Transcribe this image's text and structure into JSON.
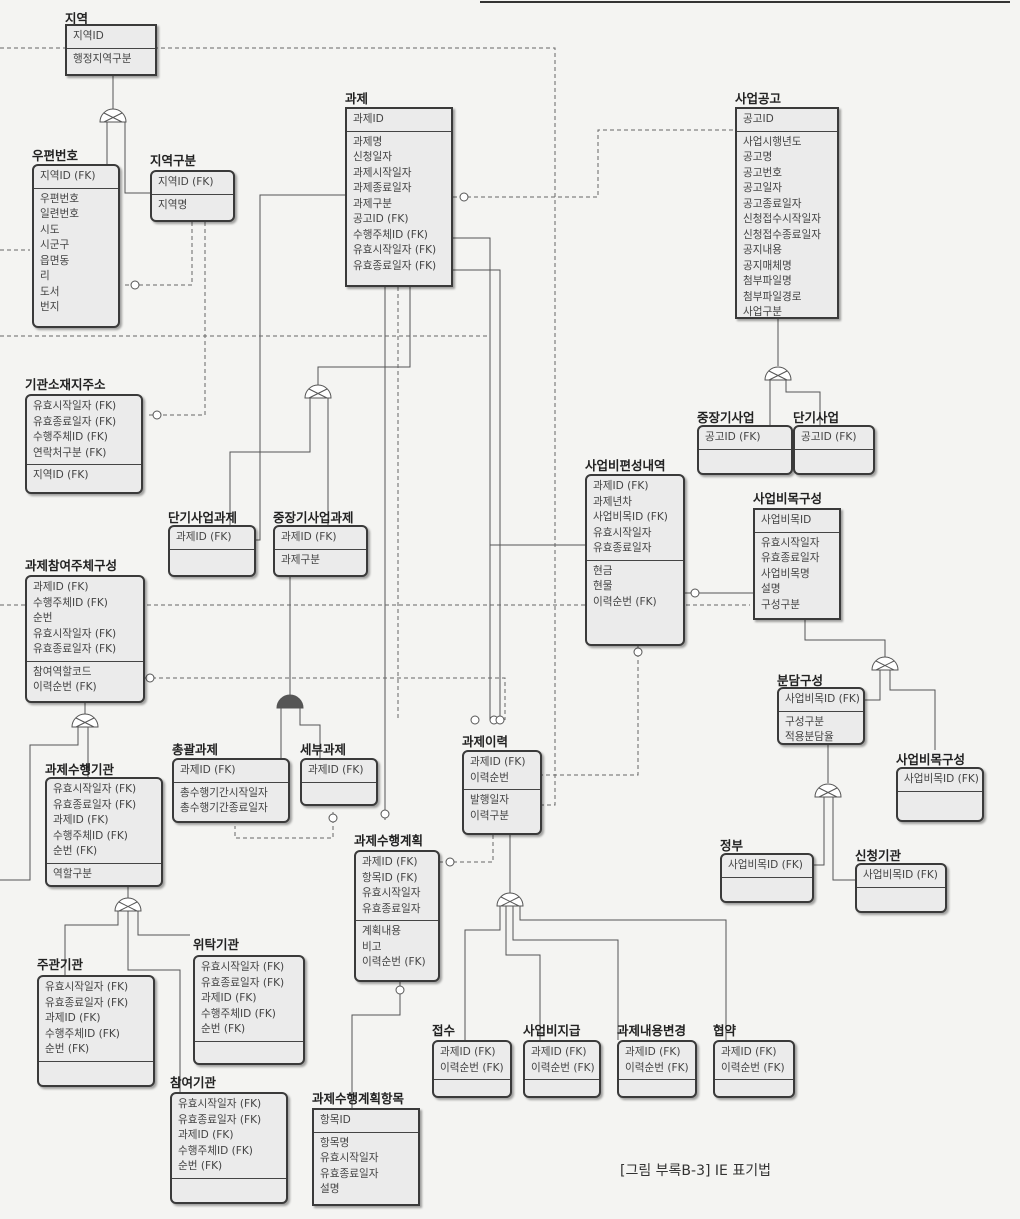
{
  "caption": "[그림 부록B-3] IE 표기법",
  "entities": {
    "region": {
      "title": "지역",
      "pk": [
        "지역ID"
      ],
      "attrs": [
        "행정지역구분"
      ]
    },
    "postal": {
      "title": "우편번호",
      "pk": [
        "지역ID (FK)"
      ],
      "attrs": [
        "우편번호",
        "일련번호",
        "시도",
        "시군구",
        "읍면동",
        "리",
        "도서",
        "번지"
      ]
    },
    "region_type": {
      "title": "지역구분",
      "pk": [
        "지역ID (FK)"
      ],
      "attrs": [
        "지역명"
      ]
    },
    "task": {
      "title": "과제",
      "pk": [
        "과제ID"
      ],
      "attrs": [
        "과제명",
        "신청일자",
        "과제시작일자",
        "과제종료일자",
        "과제구분",
        "공고ID (FK)",
        "수행주체ID (FK)",
        "유효시작일자 (FK)",
        "유효종료일자 (FK)"
      ]
    },
    "notice": {
      "title": "사업공고",
      "pk": [
        "공고ID"
      ],
      "attrs": [
        "사업시행년도",
        "공고명",
        "공고번호",
        "공고일자",
        "공고종료일자",
        "신청접수시작일자",
        "신청접수종료일자",
        "공지내용",
        "공지매체명",
        "첨부파일명",
        "첨부파일경로",
        "사업구분"
      ]
    },
    "org_address": {
      "title": "기관소재지주소",
      "pk": [
        "유효시작일자 (FK)",
        "유효종료일자 (FK)",
        "수행주체ID (FK)",
        "연락처구분 (FK)"
      ],
      "attrs": [
        "지역ID (FK)"
      ]
    },
    "midlong_biz": {
      "title": "중장기사업",
      "pk": [
        "공고ID (FK)"
      ],
      "attrs": []
    },
    "short_biz": {
      "title": "단기사업",
      "pk": [
        "공고ID (FK)"
      ],
      "attrs": []
    },
    "budget_detail": {
      "title": "사업비편성내역",
      "pk": [
        "과제ID (FK)",
        "과제년차",
        "사업비목ID (FK)",
        "유효시작일자",
        "유효종료일자"
      ],
      "attrs": [
        "현금",
        "현물",
        "이력순번 (FK)"
      ]
    },
    "budget_item": {
      "title": "사업비목구성",
      "pk": [
        "사업비목ID"
      ],
      "attrs": [
        "유효시작일자",
        "유효종료일자",
        "사업비목명",
        "설명",
        "구성구분"
      ]
    },
    "short_task": {
      "title": "단기사업과제",
      "pk": [
        "과제ID (FK)"
      ],
      "attrs": []
    },
    "mid_task": {
      "title": "중장기사업과제",
      "pk": [
        "과제ID (FK)"
      ],
      "attrs": [
        "과제구분"
      ]
    },
    "participant": {
      "title": "과제참여주체구성",
      "pk": [
        "과제ID (FK)",
        "수행주체ID (FK)",
        "순번",
        "유효시작일자 (FK)",
        "유효종료일자 (FK)"
      ],
      "attrs": [
        "참여역할코드",
        "이력순번 (FK)"
      ]
    },
    "share": {
      "title": "분담구성",
      "pk": [
        "사업비목ID (FK)"
      ],
      "attrs": [
        "구성구분",
        "적용분담율"
      ]
    },
    "history": {
      "title": "과제이력",
      "pk": [
        "과제ID (FK)",
        "이력순번"
      ],
      "attrs": [
        "발행일자",
        "이력구분"
      ]
    },
    "budget_item_sub": {
      "title": "사업비목구성",
      "pk": [
        "사업비목ID (FK)"
      ],
      "attrs": []
    },
    "exec_org": {
      "title": "과제수행기관",
      "pk": [
        "유효시작일자 (FK)",
        "유효종료일자 (FK)",
        "과제ID (FK)",
        "수행주체ID (FK)",
        "순번 (FK)"
      ],
      "attrs": [
        "역할구분"
      ]
    },
    "total_task": {
      "title": "총괄과제",
      "pk": [
        "과제ID (FK)"
      ],
      "attrs": [
        "총수행기간시작일자",
        "총수행기간종료일자"
      ]
    },
    "sub_task": {
      "title": "세부과제",
      "pk": [
        "과제ID (FK)"
      ],
      "attrs": []
    },
    "plan": {
      "title": "과제수행계획",
      "pk": [
        "과제ID (FK)",
        "항목ID (FK)",
        "유효시작일자",
        "유효종료일자"
      ],
      "attrs": [
        "계획내용",
        "비고",
        "이력순번 (FK)"
      ]
    },
    "gov": {
      "title": "정부",
      "pk": [
        "사업비목ID (FK)"
      ],
      "attrs": []
    },
    "applicant": {
      "title": "신청기관",
      "pk": [
        "사업비목ID (FK)"
      ],
      "attrs": []
    },
    "consign_org": {
      "title": "위탁기관",
      "pk": [
        "유효시작일자 (FK)",
        "유효종료일자 (FK)",
        "과제ID (FK)",
        "수행주체ID (FK)",
        "순번 (FK)"
      ],
      "attrs": []
    },
    "lead_org": {
      "title": "주관기관",
      "pk": [
        "유효시작일자 (FK)",
        "유효종료일자 (FK)",
        "과제ID (FK)",
        "수행주체ID (FK)",
        "순번 (FK)"
      ],
      "attrs": []
    },
    "receipt": {
      "title": "접수",
      "pk": [
        "과제ID (FK)",
        "이력순번 (FK)"
      ],
      "attrs": []
    },
    "payment": {
      "title": "사업비지급",
      "pk": [
        "과제ID (FK)",
        "이력순번 (FK)"
      ],
      "attrs": []
    },
    "content_change": {
      "title": "과제내용변경",
      "pk": [
        "과제ID (FK)",
        "이력순번 (FK)"
      ],
      "attrs": []
    },
    "agreement": {
      "title": "협약",
      "pk": [
        "과제ID (FK)",
        "이력순번 (FK)"
      ],
      "attrs": []
    },
    "part_org": {
      "title": "참여기관",
      "pk": [
        "유효시작일자 (FK)",
        "유효종료일자 (FK)",
        "과제ID (FK)",
        "수행주체ID (FK)",
        "순번 (FK)"
      ],
      "attrs": []
    },
    "plan_item": {
      "title": "과제수행계획항목",
      "pk": [
        "항목ID"
      ],
      "attrs": [
        "항목명",
        "유효시작일자",
        "유효종료일자",
        "설명"
      ]
    }
  }
}
